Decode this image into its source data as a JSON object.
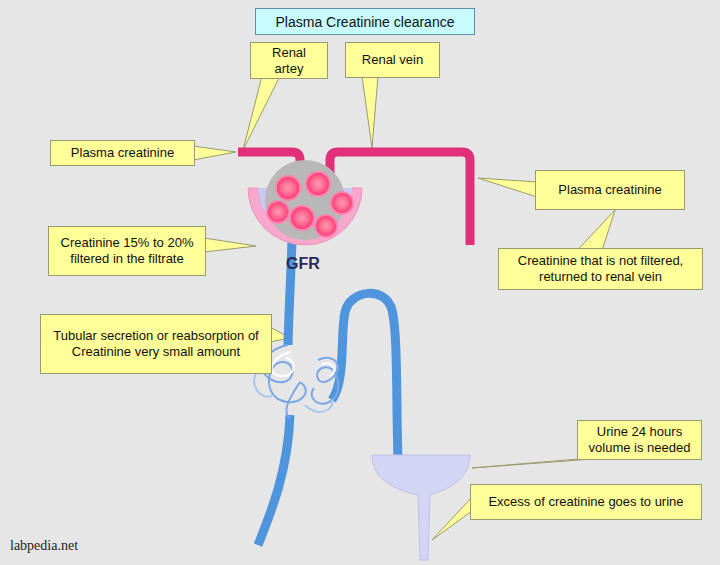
{
  "diagram": {
    "title": "Plasma Creatinine clearance",
    "nodes": [
      {
        "text": [
          "Renal artey"
        ]
      },
      {
        "text": [
          "Renal vein"
        ]
      },
      {
        "text": [
          "Plasma creatinine"
        ]
      },
      {
        "text": [
          "Plasma creatinine"
        ]
      },
      {
        "text": [
          "Creatinine 15% to 20% filtered in the filtrate"
        ]
      },
      {
        "text": [
          "Creatinine that is not filtered, returned to renal vein"
        ]
      },
      {
        "text": [
          "Tubular secretion or reabsorption of Creatinine very small amount"
        ]
      },
      {
        "text": [
          "Urine 24 hours volume is needed"
        ]
      },
      {
        "text": [
          "Excess of creatinine goes to urine"
        ]
      }
    ],
    "edges": [
      {
        "from": 5,
        "to": 3,
        "arrow": "none"
      }
    ],
    "labels": [
      "GFR",
      "labpedia.net"
    ]
  }
}
